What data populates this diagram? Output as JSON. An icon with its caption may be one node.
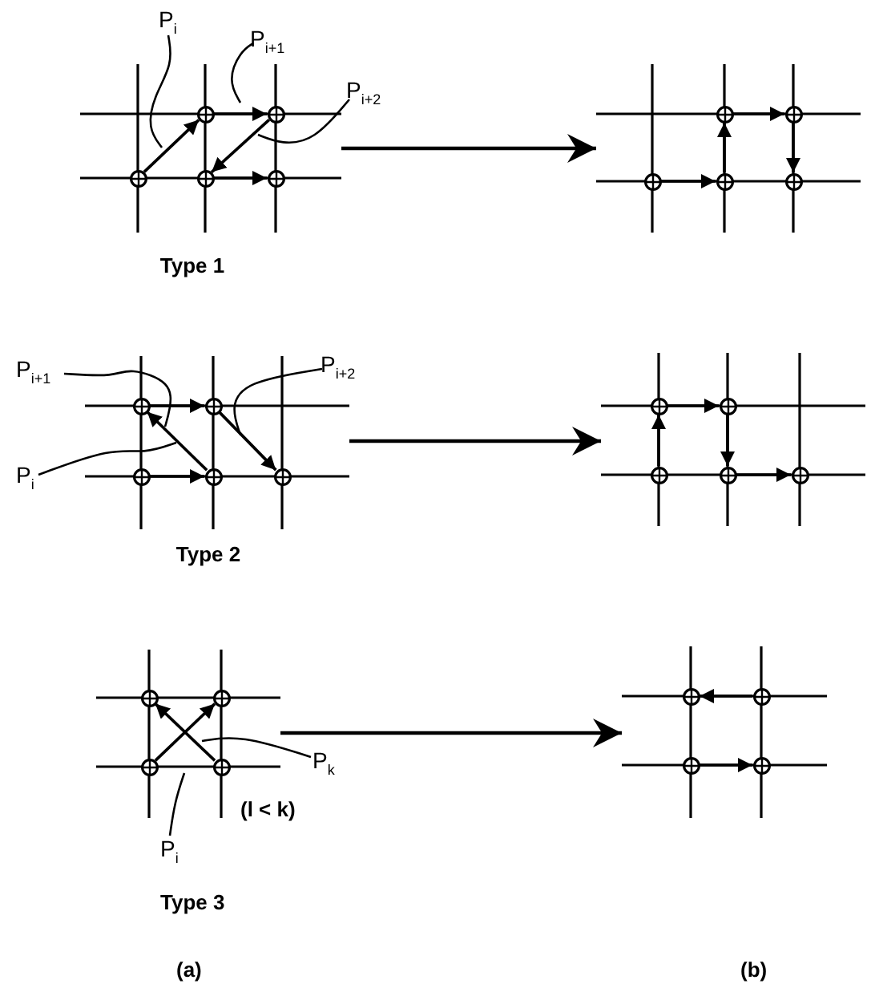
{
  "diagram": {
    "nodes": [
      {
        "text": [],
        "shape": "grid",
        "beside": [
          "Type 1"
        ]
      },
      {
        "text": [],
        "shape": "circle",
        "in": 0
      },
      {
        "text": [],
        "shape": "circle",
        "in": 0
      },
      {
        "text": [],
        "shape": "circle",
        "in": 0
      },
      {
        "text": [],
        "shape": "circle",
        "in": 0
      },
      {
        "text": [],
        "shape": "circle",
        "in": 0
      },
      {
        "text": [],
        "shape": "grid"
      },
      {
        "text": [],
        "shape": "circle",
        "in": 6
      },
      {
        "text": [],
        "shape": "circle",
        "in": 6
      },
      {
        "text": [],
        "shape": "circle",
        "in": 6
      },
      {
        "text": [],
        "shape": "circle",
        "in": 6
      },
      {
        "text": [],
        "shape": "circle",
        "in": 6
      },
      {
        "text": [
          "P$_{i}$"
        ]
      },
      {
        "text": [
          "P$_{i+1}$"
        ]
      },
      {
        "text": [
          "P$_{i+2}$"
        ]
      },
      {
        "text": [],
        "shape": "grid",
        "beside": [
          "Type 2"
        ]
      },
      {
        "text": [],
        "shape": "circle",
        "in": 15
      },
      {
        "text": [],
        "shape": "circle",
        "in": 15
      },
      {
        "text": [],
        "shape": "circle",
        "in": 15
      },
      {
        "text": [],
        "shape": "circle",
        "in": 15
      },
      {
        "text": [],
        "shape": "circle",
        "in": 15
      },
      {
        "text": [],
        "shape": "grid"
      },
      {
        "text": [],
        "shape": "circle",
        "in": 21
      },
      {
        "text": [],
        "shape": "circle",
        "in": 21
      },
      {
        "text": [],
        "shape": "circle",
        "in": 21
      },
      {
        "text": [],
        "shape": "circle",
        "in": 21
      },
      {
        "text": [],
        "shape": "circle",
        "in": 21
      },
      {
        "text": [
          "P$_{i+1}$"
        ]
      },
      {
        "text": [
          "P$_{i+2}$"
        ]
      },
      {
        "text": [
          "P$_{i}$"
        ]
      },
      {
        "text": [],
        "shape": "grid"
      },
      {
        "text": [],
        "shape": "circle",
        "in": 30
      },
      {
        "text": [],
        "shape": "circle",
        "in": 30
      },
      {
        "text": [],
        "shape": "circle",
        "in": 30
      },
      {
        "text": [],
        "shape": "circle",
        "in": 30
      },
      {
        "text": [],
        "shape": "grid"
      },
      {
        "text": [],
        "shape": "circle",
        "in": 35
      },
      {
        "text": [],
        "shape": "circle",
        "in": 35
      },
      {
        "text": [],
        "shape": "circle",
        "in": 35
      },
      {
        "text": [],
        "shape": "circle",
        "in": 35
      },
      {
        "text": [
          "P$_{k}$"
        ]
      },
      {
        "text": [
          "P$_{i}$"
        ]
      }
    ],
    "edges": [
      {
        "from": 3,
        "to": 1,
        "arrow": "to"
      },
      {
        "from": 1,
        "to": 2,
        "arrow": "to"
      },
      {
        "from": 2,
        "to": 4,
        "arrow": "to"
      },
      {
        "from": 4,
        "to": 5,
        "arrow": "to"
      },
      {
        "from": 12,
        "to": null,
        "arrow": "none"
      },
      {
        "from": 13,
        "to": null,
        "arrow": "none"
      },
      {
        "from": 14,
        "to": null,
        "arrow": "none"
      },
      {
        "from": 0,
        "to": 6,
        "arrow": "to"
      },
      {
        "from": 9,
        "to": 10,
        "arrow": "to"
      },
      {
        "from": 10,
        "to": 7,
        "arrow": "to"
      },
      {
        "from": 7,
        "to": 8,
        "arrow": "to"
      },
      {
        "from": 8,
        "to": 11,
        "arrow": "to"
      },
      {
        "from": 18,
        "to": 19,
        "arrow": "to"
      },
      {
        "from": 19,
        "to": 16,
        "arrow": "to"
      },
      {
        "from": 16,
        "to": 17,
        "arrow": "to"
      },
      {
        "from": 17,
        "to": 20,
        "arrow": "to"
      },
      {
        "from": 27,
        "to": null,
        "arrow": "none"
      },
      {
        "from": 28,
        "to": null,
        "arrow": "none"
      },
      {
        "from": 29,
        "to": null,
        "arrow": "none"
      },
      {
        "from": 15,
        "to": 21,
        "arrow": "to"
      },
      {
        "from": 24,
        "to": 22,
        "arrow": "to"
      },
      {
        "from": 22,
        "to": 23,
        "arrow": "to"
      },
      {
        "from": 23,
        "to": 25,
        "arrow": "to"
      },
      {
        "from": 25,
        "to": 26,
        "arrow": "to"
      },
      {
        "from": 33,
        "to": 32,
        "arrow": "to"
      },
      {
        "from": 34,
        "to": 31,
        "arrow": "to"
      },
      {
        "from": 40,
        "to": null,
        "arrow": "none"
      },
      {
        "from": 41,
        "to": null,
        "arrow": "none"
      },
      {
        "from": 30,
        "to": 35,
        "arrow": "to"
      },
      {
        "from": 37,
        "to": 36,
        "arrow": "to"
      },
      {
        "from": 38,
        "to": 39,
        "arrow": "to"
      }
    ],
    "labels": [
      "(l < k)",
      "Type 3",
      "(a)",
      "(b)"
    ]
  }
}
